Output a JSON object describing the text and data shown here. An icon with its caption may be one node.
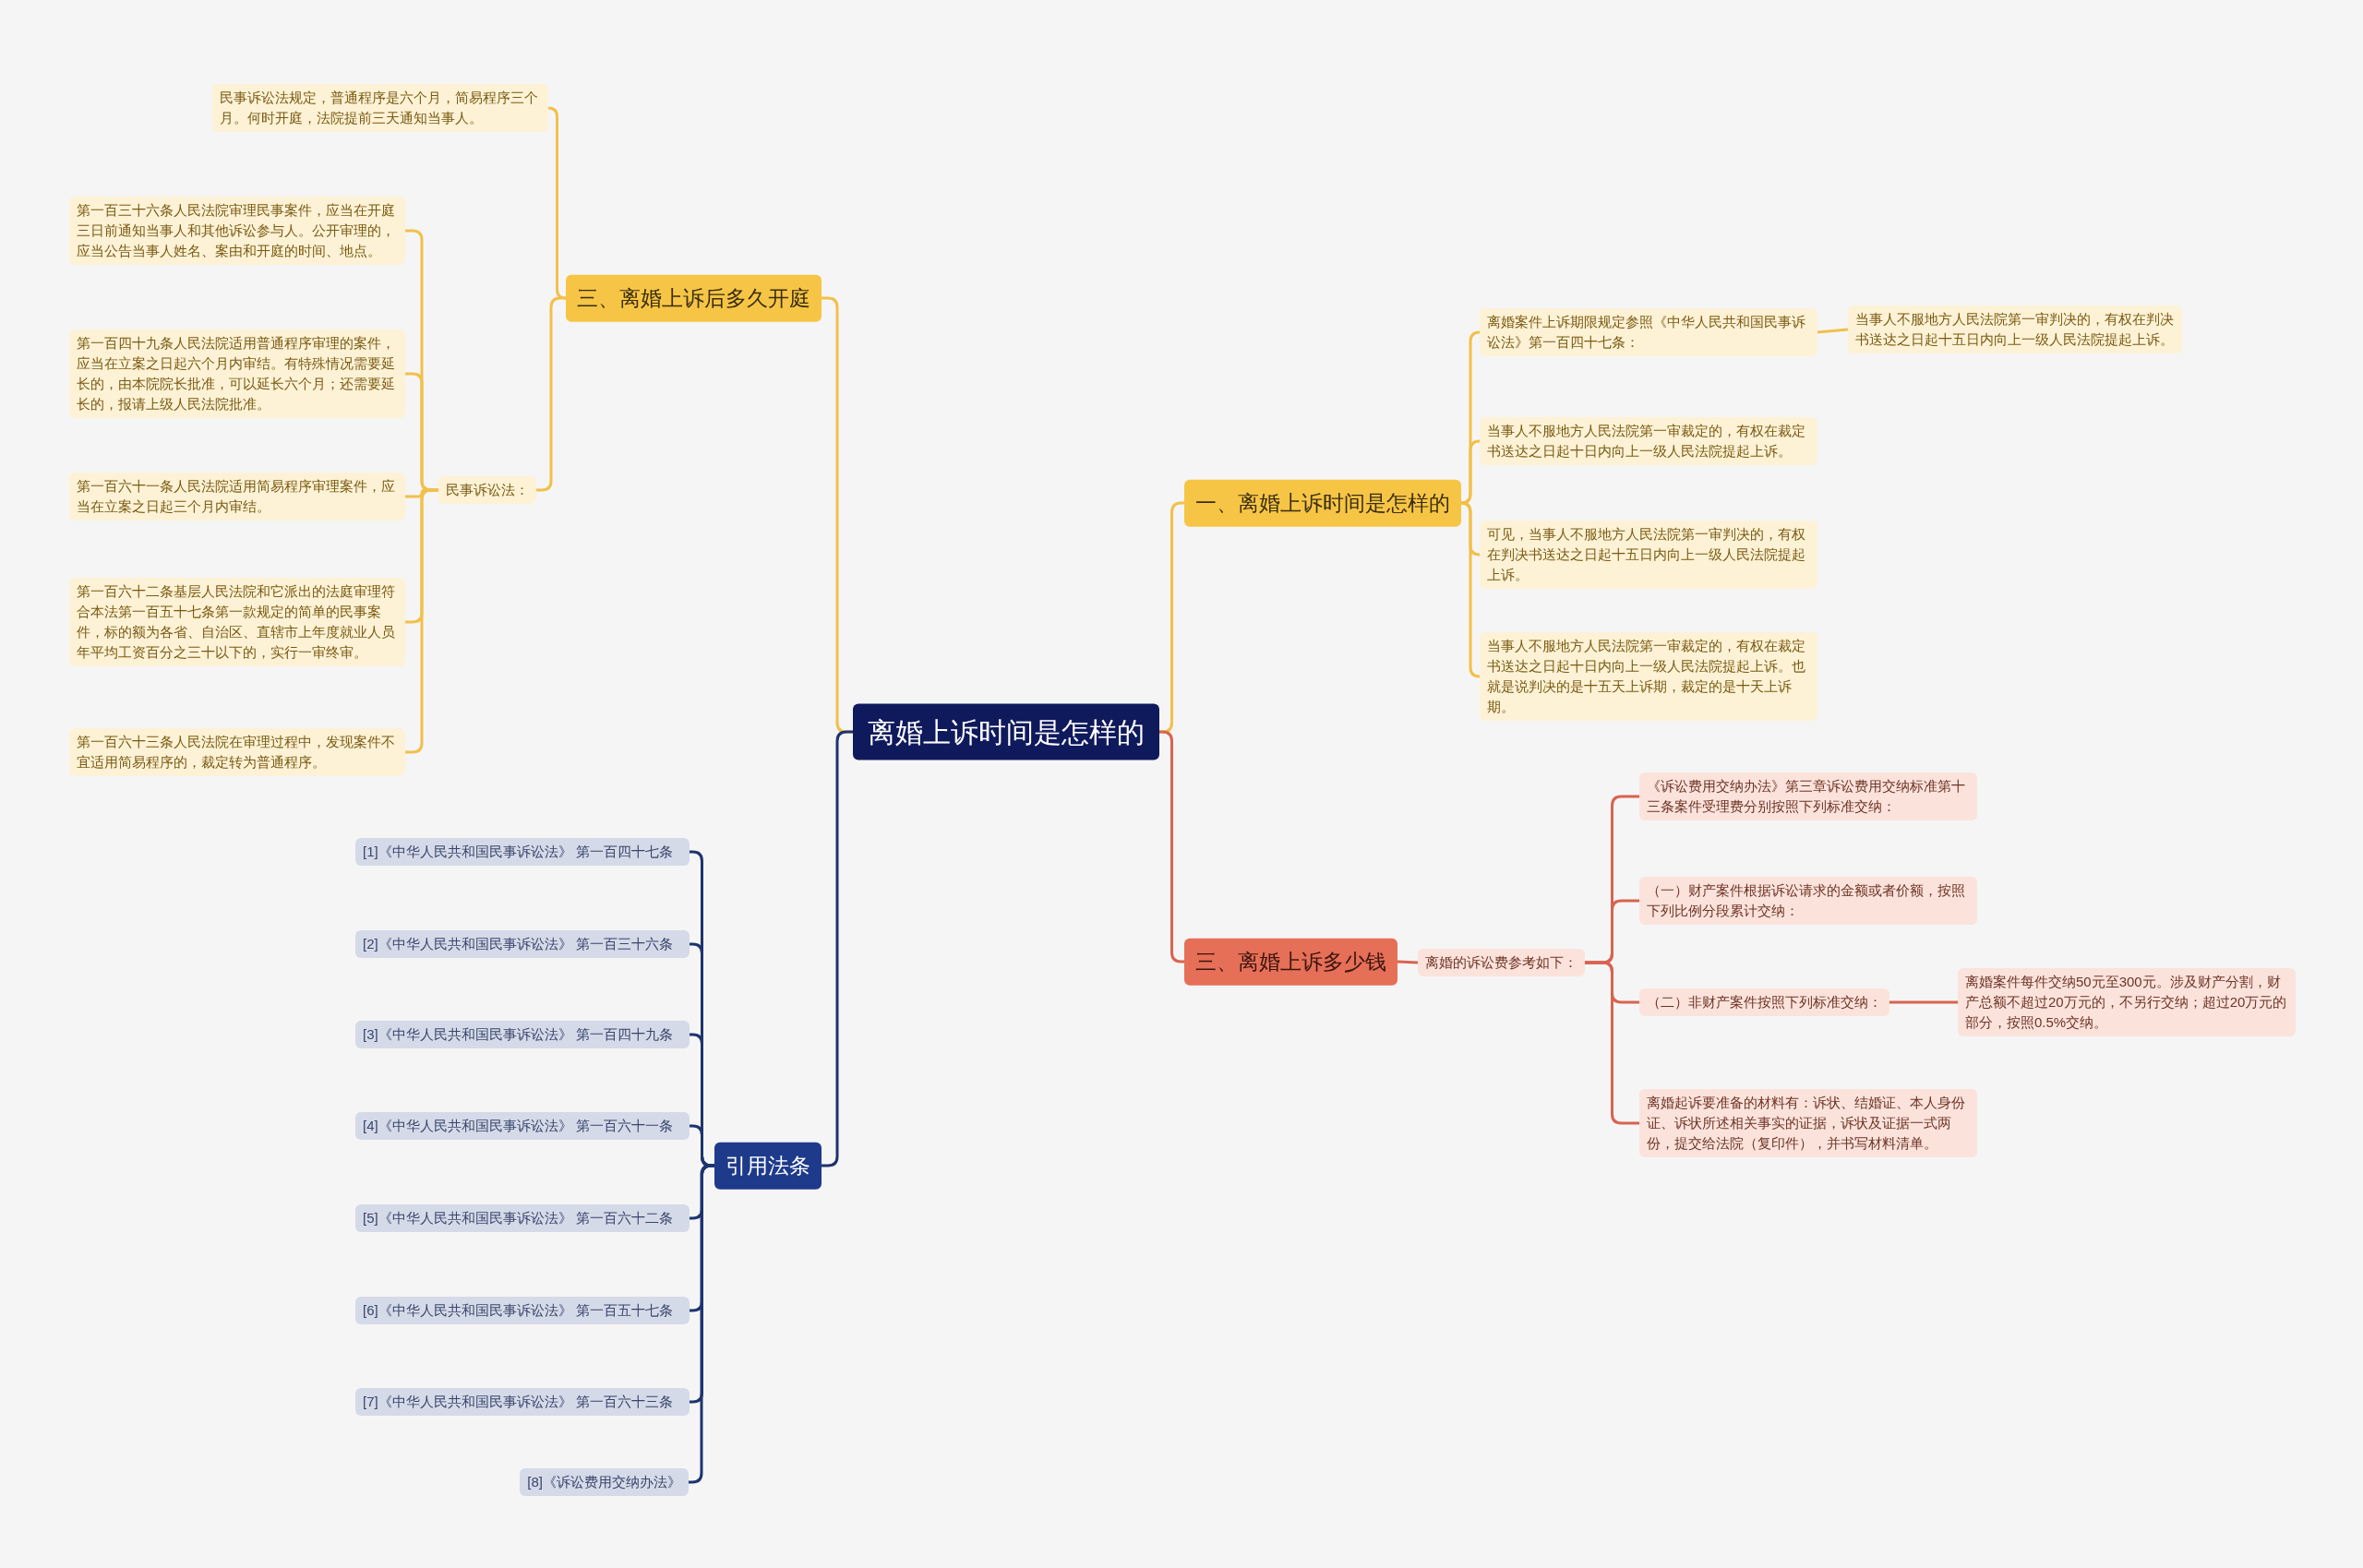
{
  "diagram": {
    "nodes": [
      {
        "text": [
          "离婚上诉时间是怎样的"
        ]
      },
      {
        "text": [
          "一、离婚上诉时间是怎样的"
        ]
      },
      {
        "text": [
          "离婚案件上诉期限规定参照《中华人民共和国民事诉讼法》第一百四十七条："
        ]
      },
      {
        "text": [
          "当事人不服地方人民法院第一审判决的，有权在判决书送达之日起十五日内向上一级人民法院提起上诉。"
        ]
      },
      {
        "text": [
          "当事人不服地方人民法院第一审裁定的，有权在裁定书送达之日起十日内向上一级人民法院提起上诉。"
        ]
      },
      {
        "text": [
          "可见，当事人不服地方人民法院第一审判决的，有权在判决书送达之日起十五日内向上一级人民法院提起上诉。"
        ]
      },
      {
        "text": [
          "当事人不服地方人民法院第一审裁定的，有权在裁定书送达之日起十日内向上一级人民法院提起上诉。也就是说判决的是十五天上诉期，裁定的是十天上诉期。"
        ]
      },
      {
        "text": [
          "三、离婚上诉多少钱"
        ]
      },
      {
        "text": [
          "离婚的诉讼费参考如下："
        ]
      },
      {
        "text": [
          "《诉讼费用交纳办法》第三章诉讼费用交纳标准第十三条案件受理费分别按照下列标准交纳："
        ]
      },
      {
        "text": [
          "（一）财产案件根据诉讼请求的金额或者价额，按照下列比例分段累计交纳："
        ]
      },
      {
        "text": [
          "（二）非财产案件按照下列标准交纳："
        ]
      },
      {
        "text": [
          "离婚案件每件交纳50元至300元。涉及财产分割，财产总额不超过20万元的，不另行交纳；超过20万元的部分，按照0.5%交纳。"
        ]
      },
      {
        "text": [
          "离婚起诉要准备的材料有：诉状、结婚证、本人身份证、诉状所述相关事实的证据，诉状及证据一式两份，提交给法院（复印件），并书写材料清单。"
        ]
      },
      {
        "text": [
          "三、离婚上诉后多久开庭"
        ]
      },
      {
        "text": [
          "民事诉讼法规定，普通程序是六个月，简易程序三个月。何时开庭，法院提前三天通知当事人。"
        ]
      },
      {
        "text": [
          "民事诉讼法："
        ]
      },
      {
        "text": [
          "第一百三十六条人民法院审理民事案件，应当在开庭三日前通知当事人和其他诉讼参与人。公开审理的，应当公告当事人姓名、案由和开庭的时间、地点。"
        ]
      },
      {
        "text": [
          "第一百四十九条人民法院适用普通程序审理的案件，应当在立案之日起六个月内审结。有特殊情况需要延长的，由本院院长批准，可以延长六个月；还需要延长的，报请上级人民法院批准。"
        ]
      },
      {
        "text": [
          "第一百六十一条人民法院适用简易程序审理案件，应当在立案之日起三个月内审结。"
        ]
      },
      {
        "text": [
          "第一百六十二条基层人民法院和它派出的法庭审理符合本法第一百五十七条第一款规定的简单的民事案件，标的额为各省、自治区、直辖市上年度就业人员年平均工资百分之三十以下的，实行一审终审。"
        ]
      },
      {
        "text": [
          "第一百六十三条人民法院在审理过程中，发现案件不宜适用简易程序的，裁定转为普通程序。"
        ]
      },
      {
        "text": [
          "引用法条"
        ]
      },
      {
        "text": [
          "[1]《中华人民共和国民事诉讼法》 第一百四十七条"
        ]
      },
      {
        "text": [
          "[2]《中华人民共和国民事诉讼法》 第一百三十六条"
        ]
      },
      {
        "text": [
          "[3]《中华人民共和国民事诉讼法》 第一百四十九条"
        ]
      },
      {
        "text": [
          "[4]《中华人民共和国民事诉讼法》 第一百六十一条"
        ]
      },
      {
        "text": [
          "[5]《中华人民共和国民事诉讼法》 第一百六十二条"
        ]
      },
      {
        "text": [
          "[6]《中华人民共和国民事诉讼法》 第一百五十七条"
        ]
      },
      {
        "text": [
          "[7]《中华人民共和国民事诉讼法》 第一百六十三条"
        ]
      },
      {
        "text": [
          "[8]《诉讼费用交纳办法》"
        ]
      }
    ],
    "edges": [
      {
        "from": 0,
        "to": 1,
        "arrow": "none"
      },
      {
        "from": 1,
        "to": 2,
        "arrow": "none"
      },
      {
        "from": 2,
        "to": 3,
        "arrow": "none"
      },
      {
        "from": 1,
        "to": 4,
        "arrow": "none"
      },
      {
        "from": 1,
        "to": 5,
        "arrow": "none"
      },
      {
        "from": 1,
        "to": 6,
        "arrow": "none"
      },
      {
        "from": 0,
        "to": 7,
        "arrow": "none",
        "color": "#d9634f"
      },
      {
        "from": 7,
        "to": 8,
        "arrow": "none",
        "color": "#d9634f"
      },
      {
        "from": 8,
        "to": 9,
        "arrow": "none",
        "color": "#d9634f"
      },
      {
        "from": 8,
        "to": 10,
        "arrow": "none",
        "color": "#d9634f"
      },
      {
        "from": 8,
        "to": 11,
        "arrow": "none",
        "color": "#d9634f"
      },
      {
        "from": 11,
        "to": 12,
        "arrow": "none",
        "color": "#d9634f"
      },
      {
        "from": 8,
        "to": 13,
        "arrow": "none",
        "color": "#d9634f"
      },
      {
        "from": 0,
        "to": 14,
        "arrow": "none"
      },
      {
        "from": 14,
        "to": 15,
        "arrow": "none"
      },
      {
        "from": 14,
        "to": 16,
        "arrow": "none"
      },
      {
        "from": 16,
        "to": 17,
        "arrow": "none"
      },
      {
        "from": 16,
        "to": 18,
        "arrow": "none"
      },
      {
        "from": 16,
        "to": 19,
        "arrow": "none"
      },
      {
        "from": 16,
        "to": 20,
        "arrow": "none"
      },
      {
        "from": 16,
        "to": 21,
        "arrow": "none"
      },
      {
        "from": 0,
        "to": 22,
        "arrow": "none",
        "color": "#1e3470"
      },
      {
        "from": 22,
        "to": 23,
        "arrow": "none",
        "color": "#1e3470"
      },
      {
        "from": 22,
        "to": 24,
        "arrow": "none",
        "color": "#1e3470"
      },
      {
        "from": 22,
        "to": 25,
        "arrow": "none",
        "color": "#1e3470"
      },
      {
        "from": 22,
        "to": 26,
        "arrow": "none",
        "color": "#1e3470"
      },
      {
        "from": 22,
        "to": 27,
        "arrow": "none",
        "color": "#1e3470"
      },
      {
        "from": 22,
        "to": 28,
        "arrow": "none",
        "color": "#1e3470"
      },
      {
        "from": 22,
        "to": 29,
        "arrow": "none",
        "color": "#1e3470"
      },
      {
        "from": 22,
        "to": 30,
        "arrow": "none",
        "color": "#1e3470"
      }
    ]
  }
}
